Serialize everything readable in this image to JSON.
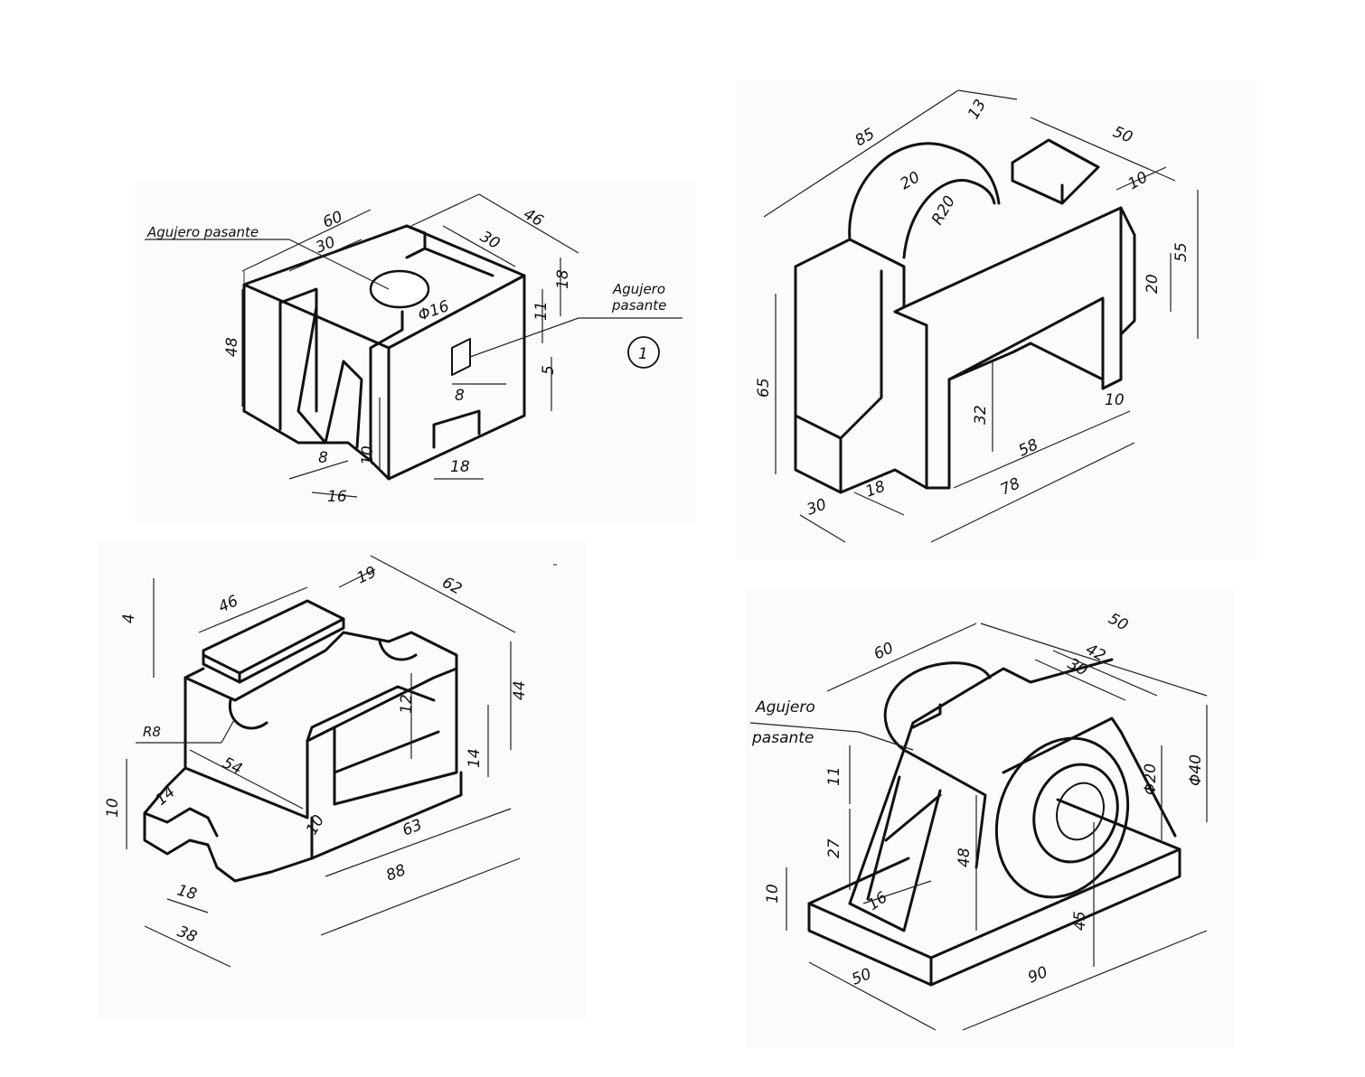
{
  "drawings": [
    {
      "dims": [
        "60",
        "30",
        "46",
        "30",
        "18",
        "11",
        "5",
        "8",
        "48",
        "8",
        "16",
        "10",
        "18",
        "Φ16"
      ],
      "notes": [
        "Agujero pasante",
        "Agujero",
        "pasante"
      ],
      "badge": "1"
    },
    {
      "dims": [
        "85",
        "13",
        "50",
        "10",
        "20",
        "R20",
        "55",
        "20",
        "65",
        "32",
        "10",
        "58",
        "78",
        "30",
        "18"
      ]
    },
    {
      "dims": [
        "46",
        "19",
        "62",
        "4",
        "44",
        "12",
        "14",
        "54",
        "10",
        "10",
        "14",
        "63",
        "88",
        "18",
        "38"
      ],
      "notes": [
        "R8"
      ]
    },
    {
      "dims": [
        "60",
        "50",
        "42",
        "30",
        "11",
        "Φ20",
        "Φ40",
        "27",
        "48",
        "16",
        "10",
        "45",
        "50",
        "90"
      ],
      "notes": [
        "Agujero",
        "pasante"
      ]
    }
  ]
}
